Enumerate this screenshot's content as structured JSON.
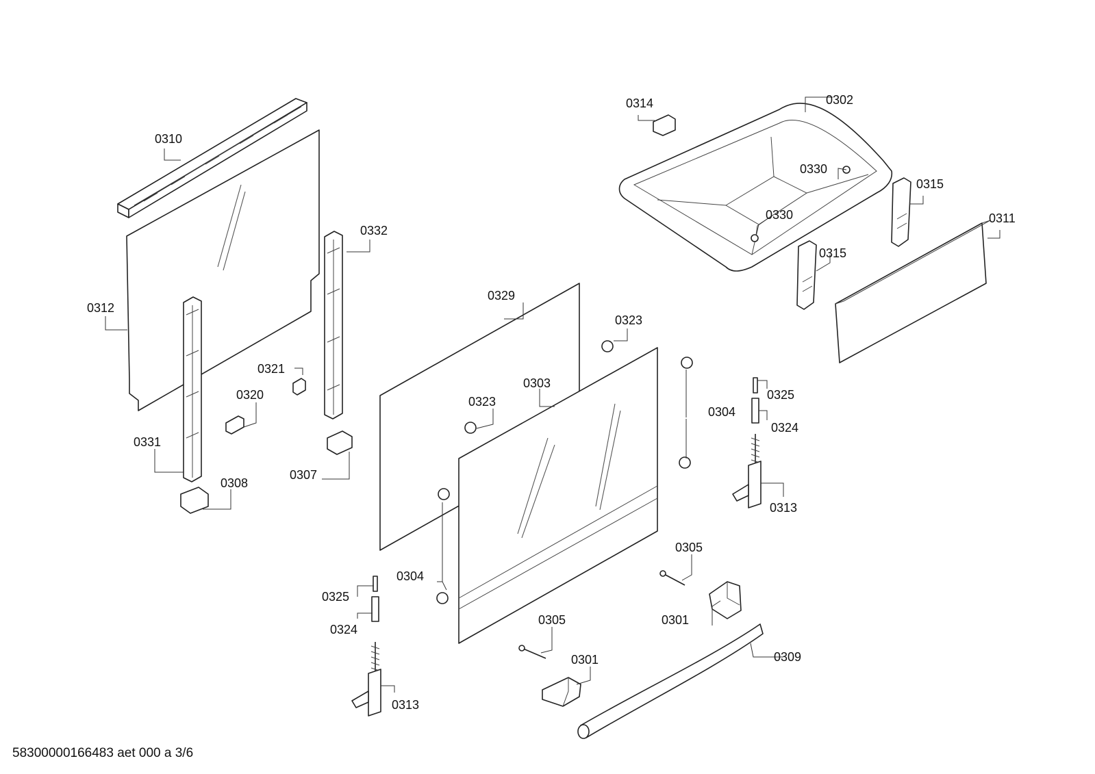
{
  "footer": {
    "document_code": "58300000166483 aet 000 a 3/6"
  },
  "callouts": [
    {
      "id": "c-0310",
      "text": "0310"
    },
    {
      "id": "c-0312",
      "text": "0312"
    },
    {
      "id": "c-0332",
      "text": "0332"
    },
    {
      "id": "c-0321",
      "text": "0321"
    },
    {
      "id": "c-0320",
      "text": "0320"
    },
    {
      "id": "c-0331",
      "text": "0331"
    },
    {
      "id": "c-0308",
      "text": "0308"
    },
    {
      "id": "c-0307",
      "text": "0307"
    },
    {
      "id": "c-0329",
      "text": "0329"
    },
    {
      "id": "c-0323a",
      "text": "0323"
    },
    {
      "id": "c-0303",
      "text": "0303"
    },
    {
      "id": "c-0323b",
      "text": "0323"
    },
    {
      "id": "c-0304a",
      "text": "0304"
    },
    {
      "id": "c-0304b",
      "text": "0304"
    },
    {
      "id": "c-0325a",
      "text": "0325"
    },
    {
      "id": "c-0324a",
      "text": "0324"
    },
    {
      "id": "c-0313a",
      "text": "0313"
    },
    {
      "id": "c-0325b",
      "text": "0325"
    },
    {
      "id": "c-0324b",
      "text": "0324"
    },
    {
      "id": "c-0313b",
      "text": "0313"
    },
    {
      "id": "c-0305a",
      "text": "0305"
    },
    {
      "id": "c-0305b",
      "text": "0305"
    },
    {
      "id": "c-0301a",
      "text": "0301"
    },
    {
      "id": "c-0301b",
      "text": "0301"
    },
    {
      "id": "c-0309",
      "text": "0309"
    },
    {
      "id": "c-0314",
      "text": "0314"
    },
    {
      "id": "c-0302",
      "text": "0302"
    },
    {
      "id": "c-0330a",
      "text": "0330"
    },
    {
      "id": "c-0330b",
      "text": "0330"
    },
    {
      "id": "c-0315a",
      "text": "0315"
    },
    {
      "id": "c-0315b",
      "text": "0315"
    },
    {
      "id": "c-0311",
      "text": "0311"
    }
  ]
}
